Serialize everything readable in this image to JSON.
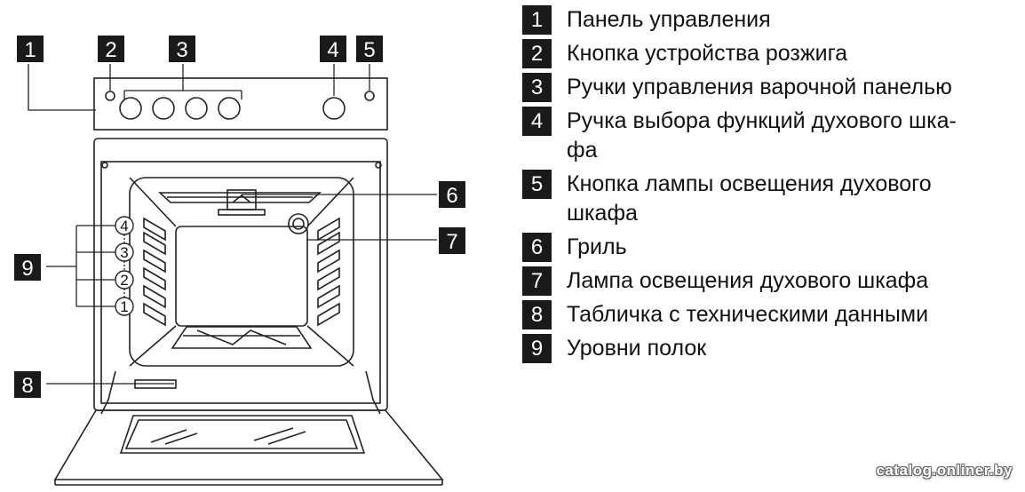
{
  "callouts": [
    "1",
    "2",
    "3",
    "4",
    "5",
    "6",
    "7",
    "8",
    "9"
  ],
  "shelf_levels": [
    "4",
    "3",
    "2",
    "1"
  ],
  "legend": [
    {
      "num": "1",
      "text": "Панель управления"
    },
    {
      "num": "2",
      "text": "Кнопка устройства розжига"
    },
    {
      "num": "3",
      "text": "Ручки управления варочной панелью"
    },
    {
      "num": "4",
      "text": "Ручка выбора функций духового шка-\nфа"
    },
    {
      "num": "5",
      "text": "Кнопка лампы освещения духового\nшкафа"
    },
    {
      "num": "6",
      "text": "Гриль"
    },
    {
      "num": "7",
      "text": "Лампа освещения духового шкафа"
    },
    {
      "num": "8",
      "text": "Табличка с техническими данными"
    },
    {
      "num": "9",
      "text": "Уровни полок"
    }
  ],
  "watermark": "catalog.onliner.by"
}
